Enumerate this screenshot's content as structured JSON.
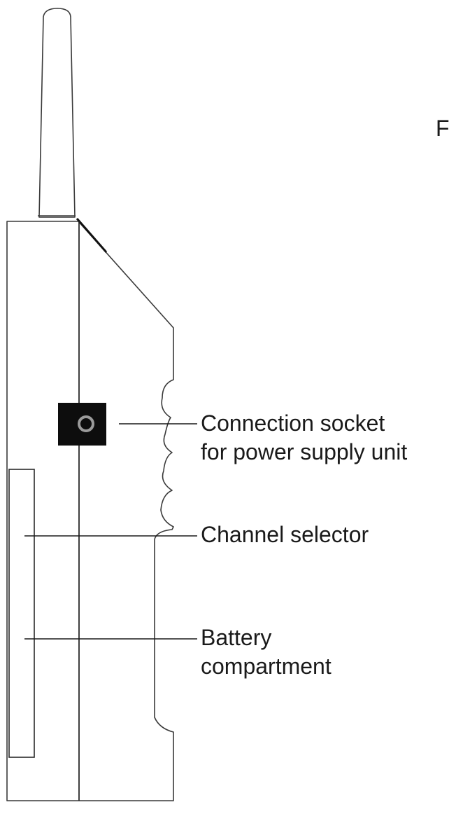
{
  "labels": {
    "socket": [
      "Connection socket",
      "for power supply unit"
    ],
    "channel": [
      "Channel selector"
    ],
    "battery": [
      "Battery",
      "compartment"
    ]
  },
  "edge_letter": "F",
  "colors": {
    "line": "#1a1a1a",
    "socket_block": "#0d0d0d",
    "socket_ring": "#9a9a9a"
  },
  "icons": {
    "antenna": "antenna-icon",
    "socket": "power-socket-icon"
  }
}
